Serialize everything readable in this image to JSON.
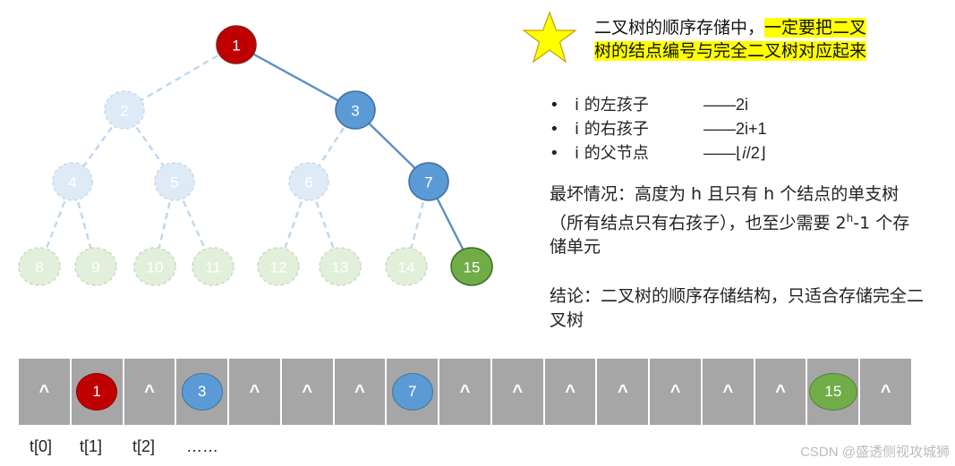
{
  "tree": {
    "nodes": [
      {
        "id": "1",
        "state": "root"
      },
      {
        "id": "2",
        "state": "faded"
      },
      {
        "id": "3",
        "state": "active"
      },
      {
        "id": "4",
        "state": "faded"
      },
      {
        "id": "5",
        "state": "faded"
      },
      {
        "id": "6",
        "state": "faded"
      },
      {
        "id": "7",
        "state": "active"
      },
      {
        "id": "8",
        "state": "faded-leaf"
      },
      {
        "id": "9",
        "state": "faded-leaf"
      },
      {
        "id": "10",
        "state": "faded-leaf"
      },
      {
        "id": "11",
        "state": "faded-leaf"
      },
      {
        "id": "12",
        "state": "faded-leaf"
      },
      {
        "id": "13",
        "state": "faded-leaf"
      },
      {
        "id": "14",
        "state": "faded-leaf"
      },
      {
        "id": "15",
        "state": "leaf-active"
      }
    ],
    "colors": {
      "root": "#c00000",
      "active": "#5b9bd5",
      "leaf_active": "#70ad47",
      "faded": "#deebf7",
      "faded_leaf": "#e2efda",
      "edge_active": "#5b8fc7",
      "edge_faded": "#bdd7ee"
    }
  },
  "note": {
    "plain": "二叉树的顺序存储中，",
    "highlight_line1": "一定要把二叉",
    "highlight_line2": "树的结点编号与完全二叉树对应起来"
  },
  "bullets": [
    {
      "label": "i 的左孩子",
      "value": "——2i"
    },
    {
      "label": "i 的右孩子",
      "value": "——2i+1"
    },
    {
      "label": "i 的父节点",
      "value": "——⌊𝑖/2⌋"
    }
  ],
  "worst_case": {
    "text": "最坏情况：高度为 h 且只有 h 个结点的单支树（所有结点只有右孩子），也至少需要 2",
    "sup": "h",
    "tail": "-1 个存储单元"
  },
  "conclusion": "结论：二叉树的顺序存储结构，只适合存储完全二叉树",
  "array": {
    "cells": [
      "^",
      "1",
      "^",
      "3",
      "^",
      "^",
      "^",
      "7",
      "^",
      "^",
      "^",
      "^",
      "^",
      "^",
      "^",
      "15",
      "^"
    ],
    "cell_colors": {
      "1": "#c00000",
      "3": "#5b9bd5",
      "7": "#5b9bd5",
      "15": "#70ad47"
    }
  },
  "index_labels": [
    "t[0]",
    "t[1]",
    "t[2]",
    "……"
  ],
  "watermark": "CSDN @盛透侧视攻城狮"
}
